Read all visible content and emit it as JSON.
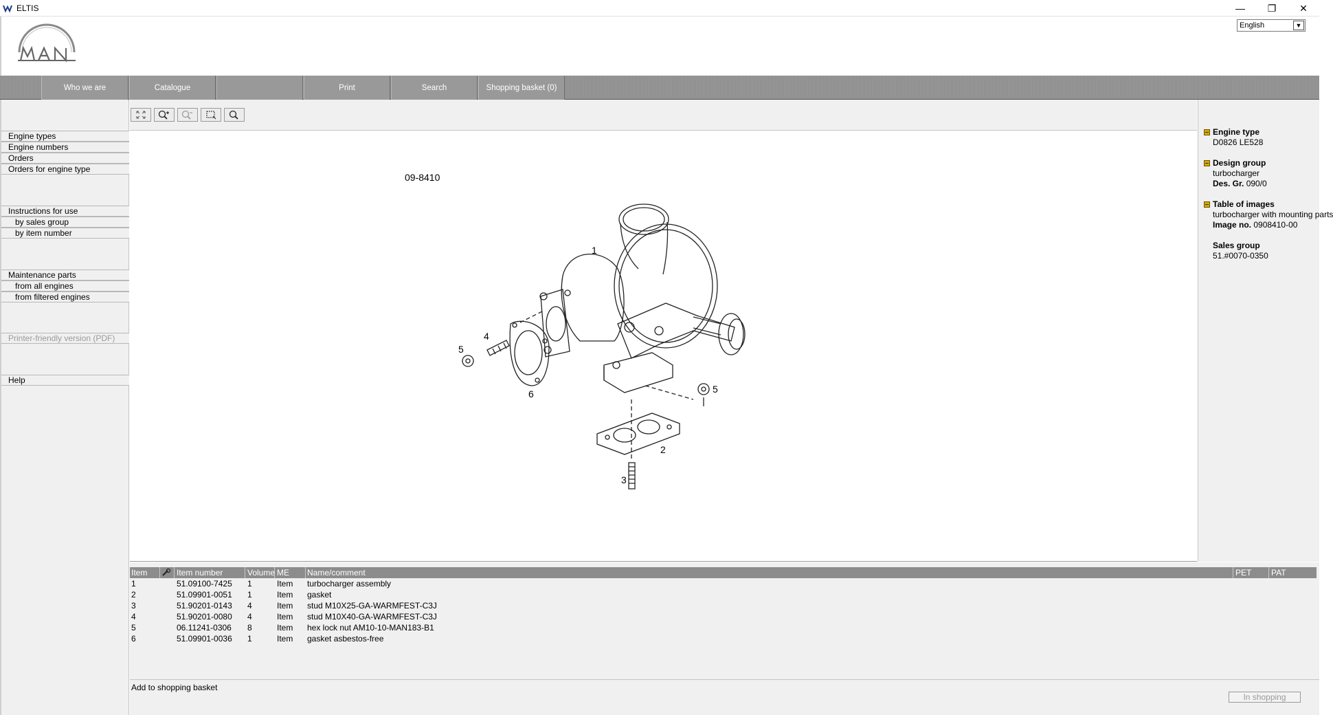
{
  "window": {
    "title": "ELTIS"
  },
  "header": {
    "language": "English"
  },
  "nav": [
    {
      "label": "Who we are"
    },
    {
      "label": "Catalogue"
    },
    {
      "label": ""
    },
    {
      "label": "Print"
    },
    {
      "label": "Search"
    },
    {
      "label": "Shopping basket (0)"
    }
  ],
  "sidebar": {
    "engine_types": "Engine types",
    "engine_numbers": "Engine numbers",
    "orders": "Orders",
    "orders_for_engine_type": "Orders for engine type",
    "instructions": "Instructions for use",
    "by_sales_group": "by sales group",
    "by_item_number": "by item number",
    "maintenance": "Maintenance parts",
    "from_all_engines": "from all engines",
    "from_filtered_engines": "from filtered engines",
    "printer_friendly": "Printer-friendly version (PDF)",
    "help": "Help"
  },
  "drawing": {
    "image_number": "09-8410",
    "callouts": [
      "1",
      "2",
      "3",
      "4",
      "5",
      "5",
      "6"
    ]
  },
  "info": {
    "engine_type_label": "Engine type",
    "engine_type_value": "D0826 LE528",
    "design_group_label": "Design group",
    "design_group_value": "turbocharger",
    "des_gr_label": "Des. Gr.",
    "des_gr_value": "090/0",
    "table_label": "Table of images",
    "table_value": "turbocharger with mounting parts",
    "image_no_label": "Image no.",
    "image_no_value": "0908410-00",
    "sales_group_label": "Sales group",
    "sales_group_value": "51.#0070-0350"
  },
  "parts": {
    "columns": {
      "item": "Item",
      "item_number": "Item number",
      "volume": "Volume",
      "me": "ME",
      "name": "Name/comment",
      "pet": "PET",
      "pat": "PAT"
    },
    "rows": [
      {
        "item": "1",
        "number": "51.09100-7425",
        "volume": "1",
        "me": "Item",
        "name": "turbocharger assembly"
      },
      {
        "item": "2",
        "number": "51.09901-0051",
        "volume": "1",
        "me": "Item",
        "name": "gasket"
      },
      {
        "item": "3",
        "number": "51.90201-0143",
        "volume": "4",
        "me": "Item",
        "name": "stud M10X25-GA-WARMFEST-C3J"
      },
      {
        "item": "4",
        "number": "51.90201-0080",
        "volume": "4",
        "me": "Item",
        "name": "stud M10X40-GA-WARMFEST-C3J"
      },
      {
        "item": "5",
        "number": "06.11241-0306",
        "volume": "8",
        "me": "Item",
        "name": "hex lock nut AM10-10-MAN183-B1"
      },
      {
        "item": "6",
        "number": "51.09901-0036",
        "volume": "1",
        "me": "Item",
        "name": "gasket asbestos-free"
      }
    ]
  },
  "bottom": {
    "add_label": "Add to shopping basket",
    "in_shopping": "In shopping"
  }
}
